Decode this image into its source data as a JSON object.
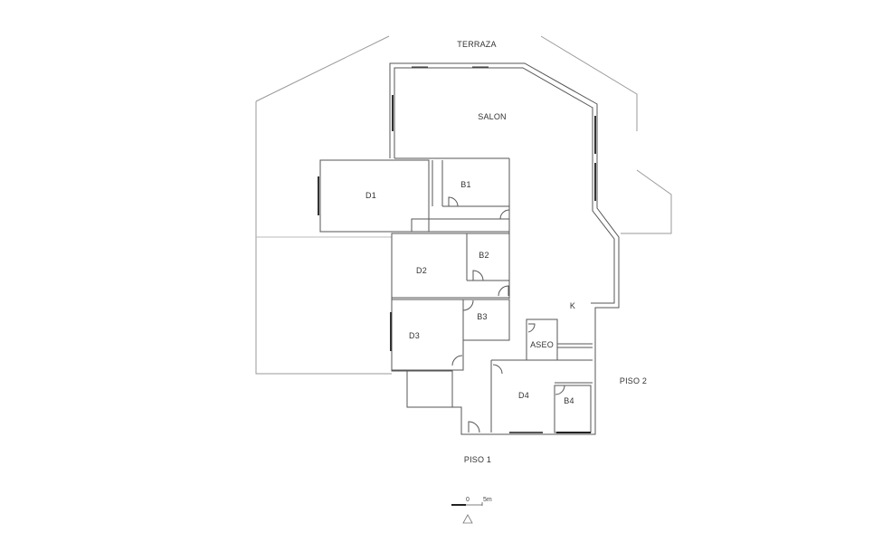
{
  "plan": {
    "rooms": {
      "terraza": "TERRAZA",
      "salon": "SALON",
      "d1": "D1",
      "b1": "B1",
      "d2": "D2",
      "b2": "B2",
      "d3": "D3",
      "b3": "B3",
      "k": "K",
      "aseo": "ASEO",
      "d4": "D4",
      "b4": "B4"
    },
    "floors": {
      "piso1": "PISO 1",
      "piso2": "PISO 2"
    },
    "scale": {
      "start": "0",
      "end": "5m"
    },
    "icons": {
      "north_arrow": "triangle-north-icon"
    },
    "colors": {
      "background": "#ffffff",
      "wall": "#555555",
      "outer_line": "#999999",
      "window": "#333333",
      "text": "#333333"
    }
  }
}
